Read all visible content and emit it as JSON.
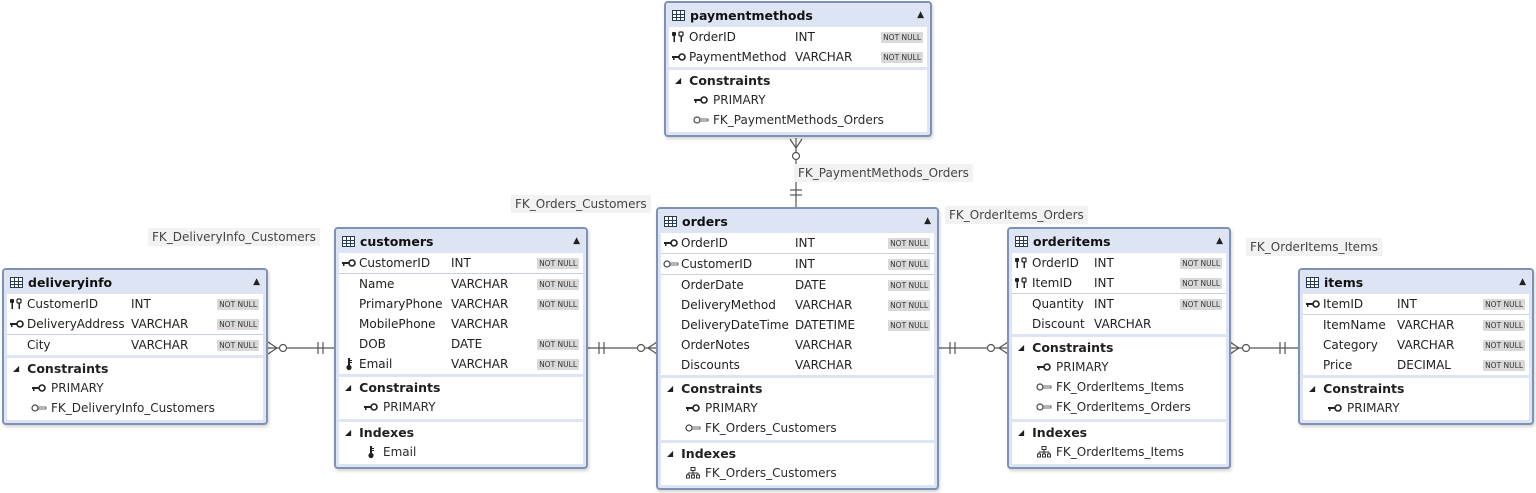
{
  "relationships": [
    {
      "id": "rel-delivery",
      "label": "FK_DeliveryInfo_Customers"
    },
    {
      "id": "rel-orders-customers",
      "label": "FK_Orders_Customers"
    },
    {
      "id": "rel-payment",
      "label": "FK_PaymentMethods_Orders"
    },
    {
      "id": "rel-orderitems-orders",
      "label": "FK_OrderItems_Orders"
    },
    {
      "id": "rel-orderitems-items",
      "label": "FK_OrderItems_Items"
    }
  ],
  "badge_text": "NOT NULL",
  "constraints_label": "Constraints",
  "indexes_label": "Indexes",
  "tables": {
    "deliveryinfo": {
      "name": "deliveryinfo",
      "columns": [
        {
          "name": "CustomerID",
          "type": "INT",
          "notnull": "NOT NULL",
          "icon": "pk-fk-key-icon"
        },
        {
          "name": "DeliveryAddress",
          "type": "VARCHAR",
          "notnull": "NOT NULL",
          "icon": "pk-key-icon"
        },
        {
          "name": "City",
          "type": "VARCHAR",
          "notnull": "NOT NULL",
          "icon": ""
        }
      ],
      "constraints": [
        {
          "name": "PRIMARY",
          "icon": "primary-key-icon"
        },
        {
          "name": "FK_DeliveryInfo_Customers",
          "icon": "foreign-key-icon"
        }
      ]
    },
    "customers": {
      "name": "customers",
      "columns": [
        {
          "name": "CustomerID",
          "type": "INT",
          "notnull": "NOT NULL",
          "icon": "pk-key-icon"
        },
        {
          "name": "Name",
          "type": "VARCHAR",
          "notnull": "NOT NULL",
          "icon": ""
        },
        {
          "name": "PrimaryPhone",
          "type": "VARCHAR",
          "notnull": "NOT NULL",
          "icon": ""
        },
        {
          "name": "MobilePhone",
          "type": "VARCHAR",
          "notnull": "",
          "icon": ""
        },
        {
          "name": "DOB",
          "type": "DATE",
          "notnull": "NOT NULL",
          "icon": ""
        },
        {
          "name": "Email",
          "type": "VARCHAR",
          "notnull": "NOT NULL",
          "icon": "unique-index-icon"
        }
      ],
      "constraints": [
        {
          "name": "PRIMARY",
          "icon": "primary-key-icon"
        }
      ],
      "indexes": [
        {
          "name": "Email",
          "icon": "unique-index-icon"
        }
      ]
    },
    "orders": {
      "name": "orders",
      "columns": [
        {
          "name": "OrderID",
          "type": "INT",
          "notnull": "NOT NULL",
          "icon": "pk-key-icon"
        },
        {
          "name": "CustomerID",
          "type": "INT",
          "notnull": "NOT NULL",
          "icon": "fk-key-icon"
        },
        {
          "name": "OrderDate",
          "type": "DATE",
          "notnull": "NOT NULL",
          "icon": ""
        },
        {
          "name": "DeliveryMethod",
          "type": "VARCHAR",
          "notnull": "NOT NULL",
          "icon": ""
        },
        {
          "name": "DeliveryDateTime",
          "type": "DATETIME",
          "notnull": "NOT NULL",
          "icon": ""
        },
        {
          "name": "OrderNotes",
          "type": "VARCHAR",
          "notnull": "",
          "icon": ""
        },
        {
          "name": "Discounts",
          "type": "VARCHAR",
          "notnull": "",
          "icon": ""
        }
      ],
      "constraints": [
        {
          "name": "PRIMARY",
          "icon": "primary-key-icon"
        },
        {
          "name": "FK_Orders_Customers",
          "icon": "foreign-key-icon"
        }
      ],
      "indexes": [
        {
          "name": "FK_Orders_Customers",
          "icon": "index-tree-icon"
        }
      ]
    },
    "paymentmethods": {
      "name": "paymentmethods",
      "columns": [
        {
          "name": "OrderID",
          "type": "INT",
          "notnull": "NOT NULL",
          "icon": "pk-fk-key-icon"
        },
        {
          "name": "PaymentMethod",
          "type": "VARCHAR",
          "notnull": "NOT NULL",
          "icon": "pk-key-icon"
        }
      ],
      "constraints": [
        {
          "name": "PRIMARY",
          "icon": "primary-key-icon"
        },
        {
          "name": "FK_PaymentMethods_Orders",
          "icon": "foreign-key-icon"
        }
      ]
    },
    "orderitems": {
      "name": "orderitems",
      "columns": [
        {
          "name": "OrderID",
          "type": "INT",
          "notnull": "NOT NULL",
          "icon": "pk-fk-key-icon"
        },
        {
          "name": "ItemID",
          "type": "INT",
          "notnull": "NOT NULL",
          "icon": "pk-fk-key-icon"
        },
        {
          "name": "Quantity",
          "type": "INT",
          "notnull": "NOT NULL",
          "icon": ""
        },
        {
          "name": "Discount",
          "type": "VARCHAR",
          "notnull": "",
          "icon": ""
        }
      ],
      "constraints": [
        {
          "name": "PRIMARY",
          "icon": "primary-key-icon"
        },
        {
          "name": "FK_OrderItems_Items",
          "icon": "foreign-key-icon"
        },
        {
          "name": "FK_OrderItems_Orders",
          "icon": "foreign-key-icon"
        }
      ],
      "indexes": [
        {
          "name": "FK_OrderItems_Items",
          "icon": "index-tree-icon"
        }
      ]
    },
    "items": {
      "name": "items",
      "columns": [
        {
          "name": "ItemID",
          "type": "INT",
          "notnull": "NOT NULL",
          "icon": "pk-key-icon"
        },
        {
          "name": "ItemName",
          "type": "VARCHAR",
          "notnull": "NOT NULL",
          "icon": ""
        },
        {
          "name": "Category",
          "type": "VARCHAR",
          "notnull": "NOT NULL",
          "icon": ""
        },
        {
          "name": "Price",
          "type": "DECIMAL",
          "notnull": "NOT NULL",
          "icon": ""
        }
      ],
      "constraints": [
        {
          "name": "PRIMARY",
          "icon": "primary-key-icon"
        }
      ]
    }
  }
}
